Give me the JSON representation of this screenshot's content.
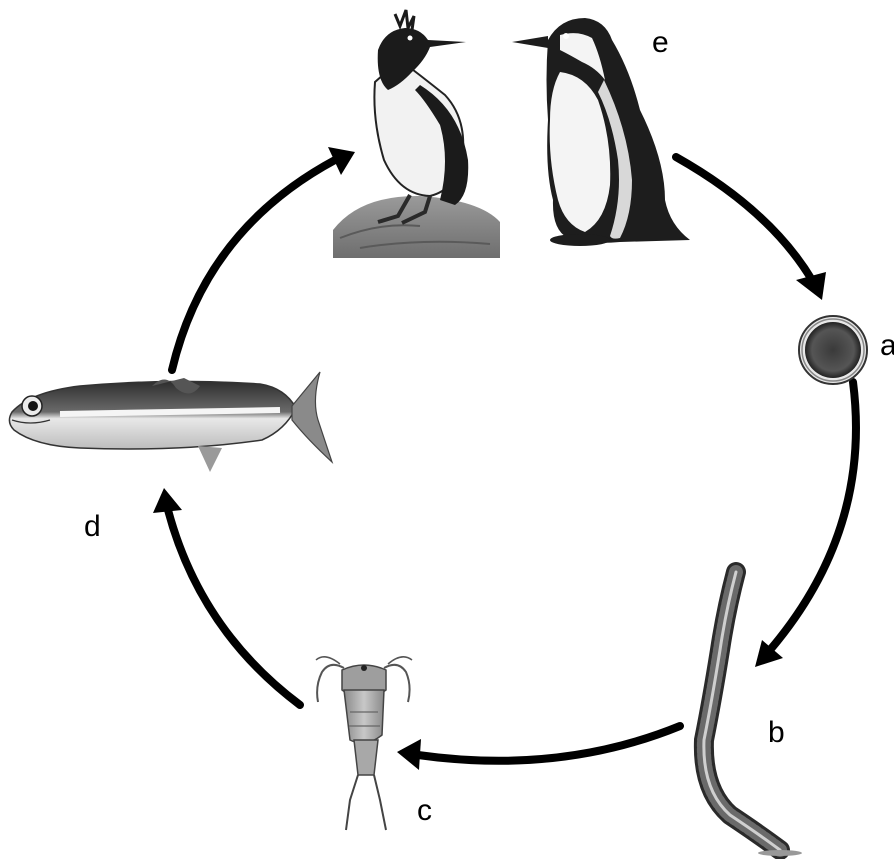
{
  "labels": {
    "a": "a",
    "b": "b",
    "c": "c",
    "d": "d",
    "e": "e"
  },
  "colors": {
    "arrow": "#000000",
    "background": "#ffffff"
  }
}
